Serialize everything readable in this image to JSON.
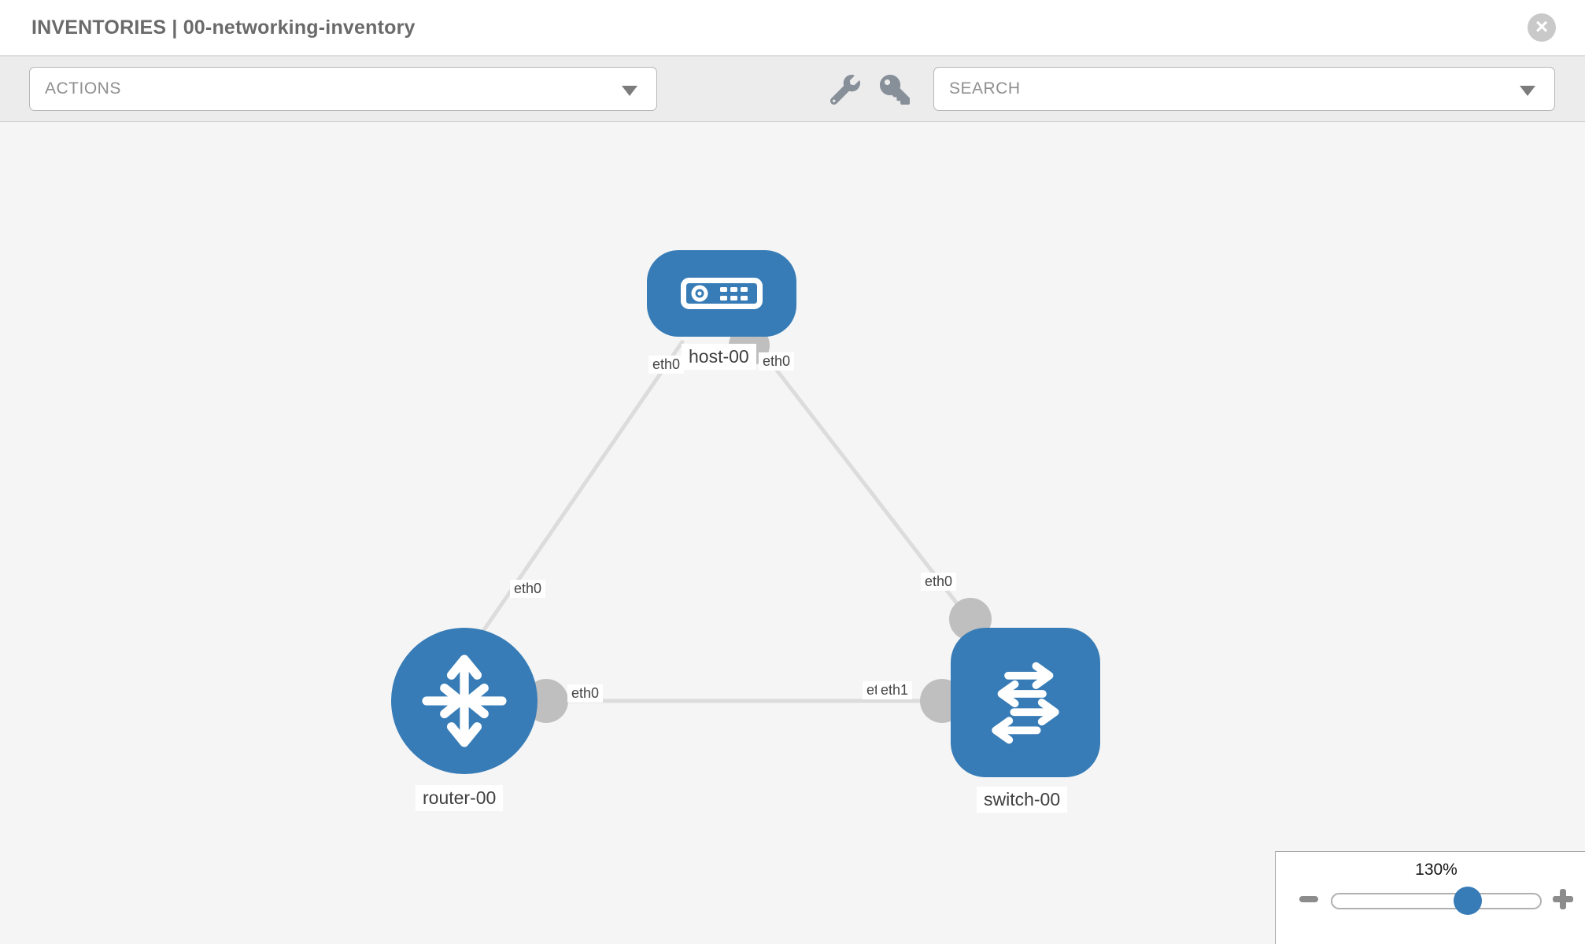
{
  "window": {
    "title": "INVENTORIES | 00-networking-inventory",
    "close_icon": "close-icon",
    "close_glyph": "×"
  },
  "toolbar": {
    "actions": {
      "label": "ACTIONS",
      "caret_icon": "caret-down-icon"
    },
    "tools": [
      {
        "icon": "wrench-icon"
      },
      {
        "icon": "key-icon"
      }
    ],
    "search": {
      "label": "SEARCH",
      "caret_icon": "caret-down-icon"
    }
  },
  "topology": {
    "nodes": [
      {
        "label": "host-00",
        "type": "host",
        "icon": "host-server-icon"
      },
      {
        "label": "router-00",
        "type": "router",
        "icon": "router-arrows-icon"
      },
      {
        "label": "switch-00",
        "type": "switch",
        "icon": "switch-arrows-icon"
      }
    ],
    "links": [
      {
        "from": "host-00",
        "to": "router-00"
      },
      {
        "from": "host-00",
        "to": "switch-00"
      },
      {
        "from": "router-00",
        "to": "switch-00"
      }
    ],
    "interface_labels": [
      {
        "text": "eth0",
        "position": "host-left"
      },
      {
        "text": "eth0",
        "position": "host-right"
      },
      {
        "text": "eth0",
        "position": "router-host-link"
      },
      {
        "text": "eth0",
        "position": "switch-top"
      },
      {
        "text": "eth0",
        "position": "router-switch-link"
      },
      {
        "text": "eth0",
        "position": "switch-left-under"
      },
      {
        "text": "eth1",
        "position": "switch-left-over"
      }
    ]
  },
  "zoom_control": {
    "level": "130%",
    "minus_icon": "minus-icon",
    "plus_icon": "plus-icon"
  },
  "colors": {
    "node_blue": "#377cb6",
    "link_gray": "#dcdcdc",
    "interface_dot_gray": "#bfbfbf",
    "toolbar_bg": "#ececec",
    "canvas_bg": "#f5f5f5",
    "header_bg": "#ffffff",
    "label_text": "#454545",
    "title_text": "#6a6a6a",
    "slider_thumb_blue": "#377cb6",
    "close_icon_bg": "#c9c9c9",
    "tool_icon_gray": "#878f99"
  }
}
